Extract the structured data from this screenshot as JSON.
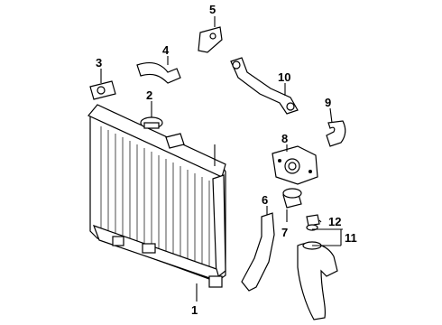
{
  "callouts": [
    {
      "id": "1",
      "part": "radiator"
    },
    {
      "id": "2",
      "part": "radiator-cap"
    },
    {
      "id": "3",
      "part": "bracket"
    },
    {
      "id": "4",
      "part": "upper-hose"
    },
    {
      "id": "5",
      "part": "mount-bracket"
    },
    {
      "id": "6",
      "part": "lower-hose"
    },
    {
      "id": "7",
      "part": "thermostat-housing"
    },
    {
      "id": "8",
      "part": "water-outlet"
    },
    {
      "id": "9",
      "part": "bypass-hose"
    },
    {
      "id": "10",
      "part": "water-pipe"
    },
    {
      "id": "11",
      "part": "reservoir-tank"
    },
    {
      "id": "12",
      "part": "reservoir-cap"
    }
  ]
}
